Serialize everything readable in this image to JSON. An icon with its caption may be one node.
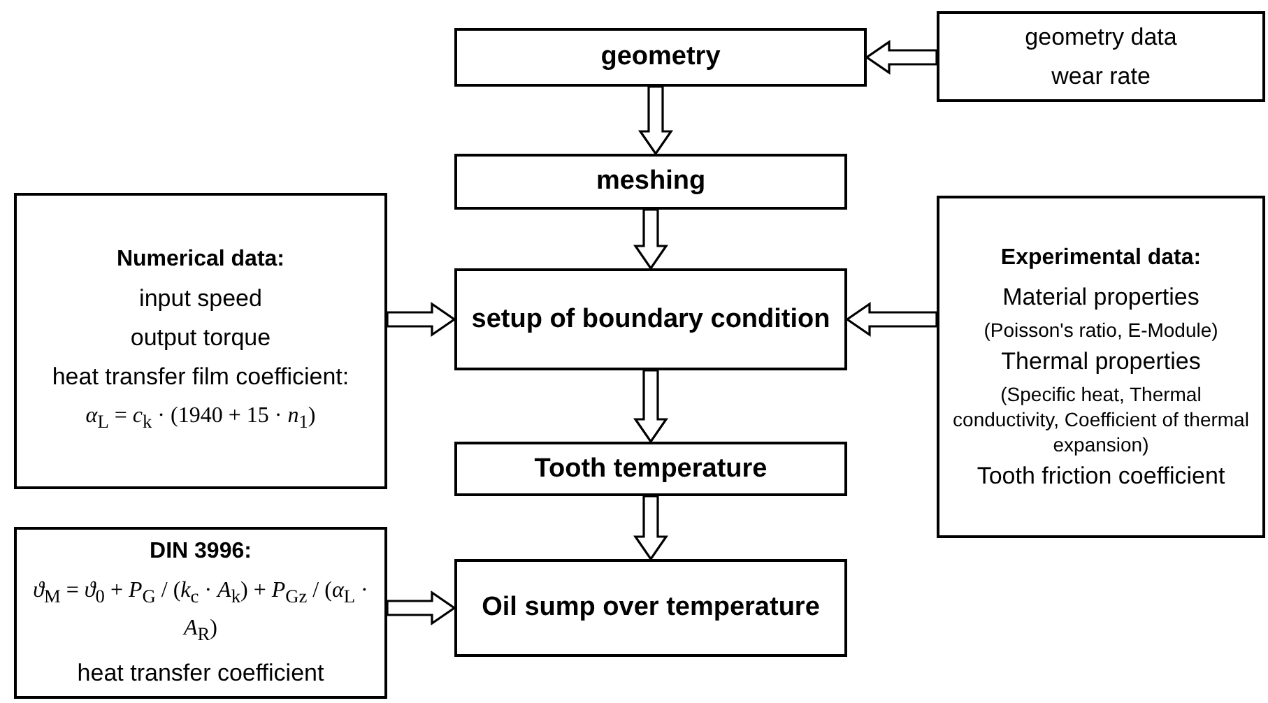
{
  "diagram": {
    "nodes": [
      {
        "text": [
          "geometry"
        ]
      },
      {
        "text": [
          "geometry data",
          "wear rate"
        ]
      },
      {
        "text": [
          "meshing"
        ]
      },
      {
        "text": [
          "Numerical data:",
          "input speed",
          "output torque",
          "heat transfer film coefficient:",
          "*α*$_{L}$ = *c*$_{k}$ · (1940 + 15 · *n*$_{1}$)"
        ]
      },
      {
        "text": [
          "setup of boundary condition"
        ]
      },
      {
        "text": [
          "Experimental data:",
          "Material properties",
          "(Poisson's ratio, E-Module)",
          "Thermal properties",
          "(Specific heat, Thermal conductivity, Coefficient of thermal expansion)",
          "Tooth friction coefficient"
        ]
      },
      {
        "text": [
          "Tooth temperature"
        ]
      },
      {
        "text": [
          "DIN 3996:",
          "*ϑ*$_{M}$ = *ϑ*$_{0}$ + *P*$_{G}$ / (*k*$_{c}$ · *A*$_{k}$) + *P*$_{Gz}$ / (*α*$_{L}$ · *A*$_{R}$)",
          "heat transfer coefficient"
        ]
      },
      {
        "text": [
          "Oil sump over temperature"
        ]
      }
    ],
    "edges": [
      {
        "from": 1,
        "to": 0,
        "arrow": "to"
      },
      {
        "from": 0,
        "to": 2,
        "arrow": "to"
      },
      {
        "from": 2,
        "to": 4,
        "arrow": "to"
      },
      {
        "from": 3,
        "to": 4,
        "arrow": "to"
      },
      {
        "from": 5,
        "to": 4,
        "arrow": "to"
      },
      {
        "from": 4,
        "to": 6,
        "arrow": "to"
      },
      {
        "from": 6,
        "to": 8,
        "arrow": "to"
      },
      {
        "from": 7,
        "to": 8,
        "arrow": "to"
      }
    ]
  }
}
